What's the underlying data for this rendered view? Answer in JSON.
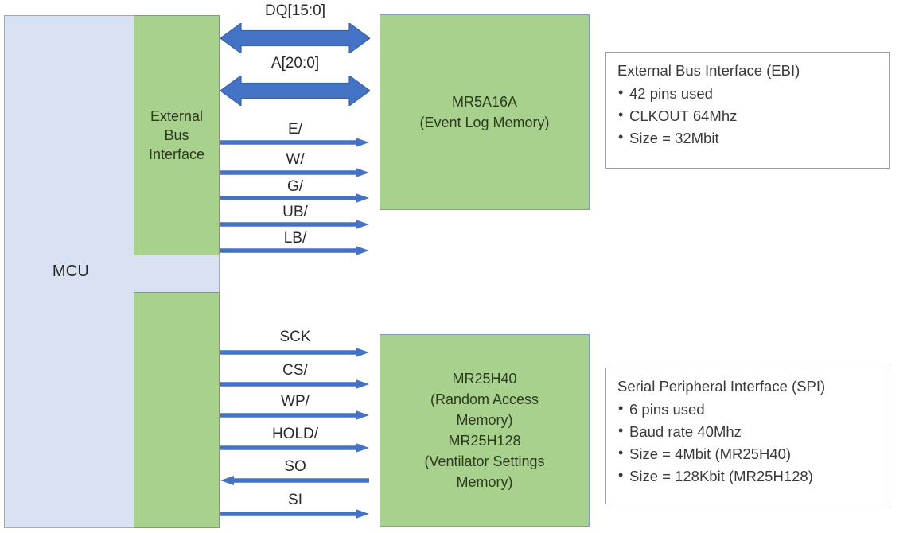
{
  "colors": {
    "mcu_fill": "#D9E2F3",
    "mcu_border": "#8FAADC",
    "green_fill": "#A9D18E",
    "green_border": "#7F9F6B",
    "arrow_blue": "#4472C4",
    "arrow_blue_dark": "#3B63A8",
    "infobox_border": "#9C9C9C",
    "text": "#2B2B2B"
  },
  "mcu": {
    "label": "MCU",
    "ebi_label_lines": [
      "External",
      "Bus",
      "Interface"
    ]
  },
  "memories": {
    "top": {
      "lines": [
        "MR5A16A",
        "(Event Log Memory)"
      ]
    },
    "bottom": {
      "lines": [
        "MR25H40",
        "(Random Access",
        "Memory)",
        "MR25H128",
        "(Ventilator Settings",
        "Memory)"
      ]
    }
  },
  "ebi_signals": [
    {
      "label": "DQ[15:0]",
      "direction": "bidirectional"
    },
    {
      "label": "A[20:0]",
      "direction": "bidirectional"
    },
    {
      "label": "E/",
      "direction": "right"
    },
    {
      "label": "W/",
      "direction": "right"
    },
    {
      "label": "G/",
      "direction": "right"
    },
    {
      "label": "UB/",
      "direction": "right"
    },
    {
      "label": "LB/",
      "direction": "right"
    }
  ],
  "spi_signals": [
    {
      "label": "SCK",
      "direction": "right"
    },
    {
      "label": "CS/",
      "direction": "right"
    },
    {
      "label": "WP/",
      "direction": "right"
    },
    {
      "label": "HOLD/",
      "direction": "right"
    },
    {
      "label": "SO",
      "direction": "left"
    },
    {
      "label": "SI",
      "direction": "right"
    }
  ],
  "info_ebi": {
    "title": "External Bus Interface (EBI)",
    "bullets": [
      "42 pins used",
      "CLKOUT 64Mhz",
      "Size = 32Mbit"
    ]
  },
  "info_spi": {
    "title": "Serial Peripheral Interface (SPI)",
    "bullets": [
      "6 pins used",
      "Baud rate 40Mhz",
      "Size = 4Mbit (MR25H40)",
      "Size = 128Kbit (MR25H128)"
    ]
  }
}
